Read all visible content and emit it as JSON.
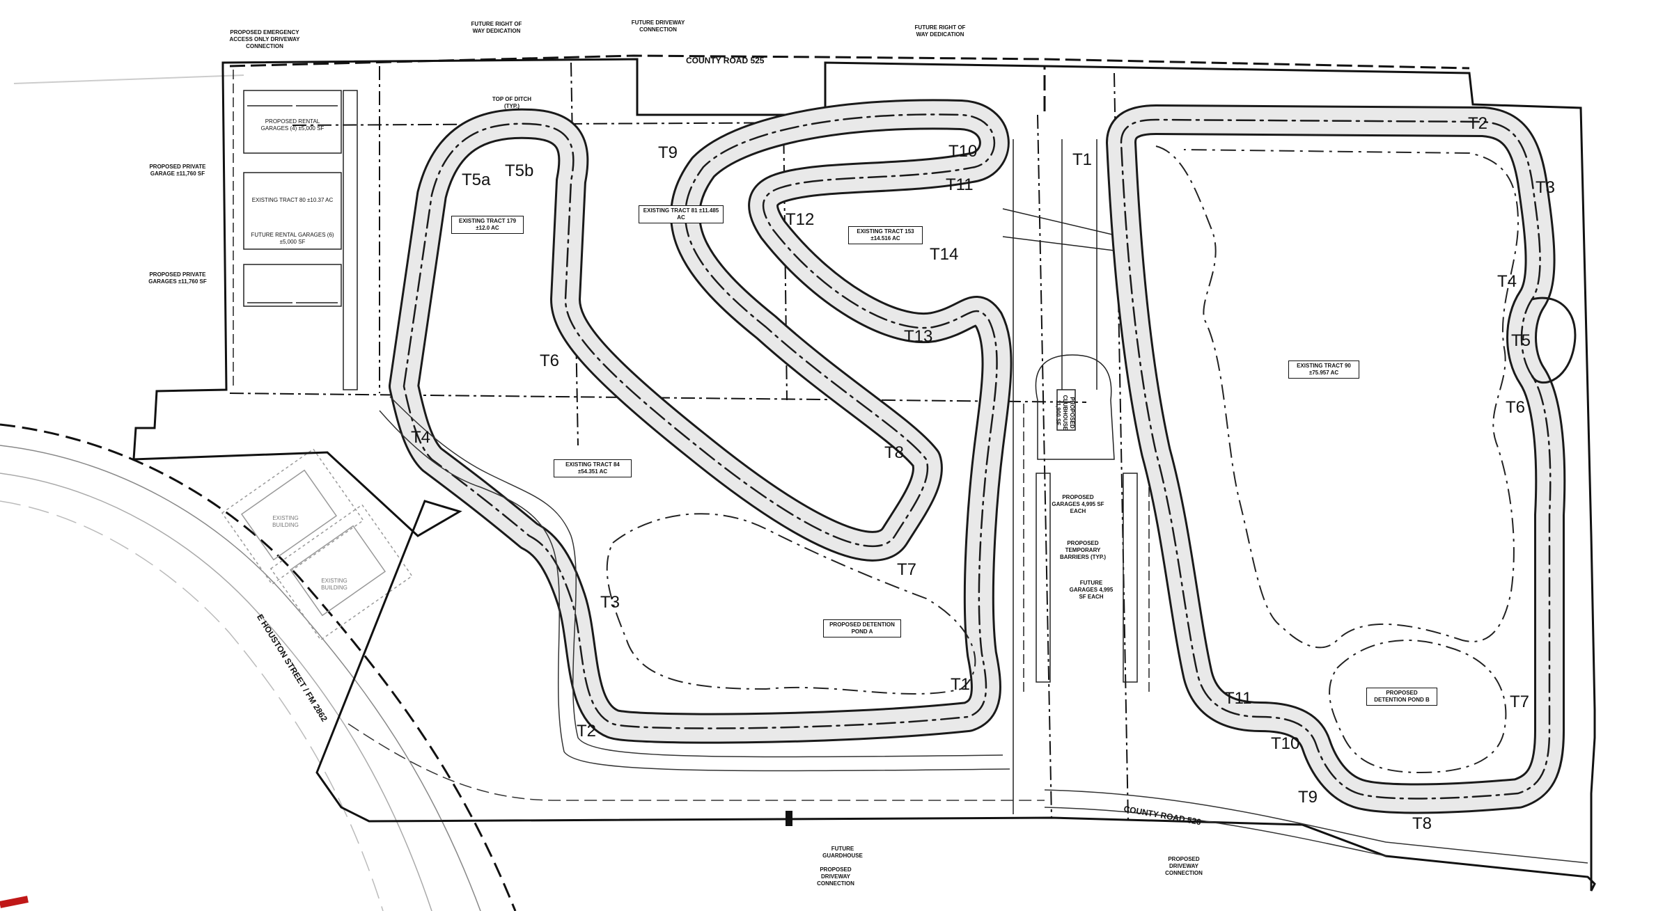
{
  "roads": {
    "north": "COUNTY ROAD 525",
    "south": "COUNTY ROAD 526",
    "west": "E HOUSTON STREET / FM 2862"
  },
  "notes": {
    "emergency_access": "PROPOSED EMERGENCY ACCESS ONLY DRIVEWAY CONNECTION",
    "future_row_1": "FUTURE RIGHT OF WAY DEDICATION",
    "future_driveway": "FUTURE DRIVEWAY CONNECTION",
    "future_row_2": "FUTURE RIGHT OF WAY DEDICATION",
    "top_of_ditch": "TOP OF DITCH (TYP.)",
    "private_garage_1": "PROPOSED PRIVATE GARAGE ±11,760 SF",
    "private_garage_2": "PROPOSED PRIVATE GARAGES ±11,760 SF",
    "future_guardhouse": "FUTURE GUARDHOUSE",
    "proposed_driveway_1": "PROPOSED DRIVEWAY CONNECTION",
    "proposed_driveway_2": "PROPOSED DRIVEWAY CONNECTION",
    "proposed_garages": "PROPOSED GARAGES 4,995 SF EACH",
    "temporary_barriers": "PROPOSED TEMPORARY BARRIERS (TYP.)",
    "future_garages": "FUTURE GARAGES 4,995 SF EACH",
    "clubhouse": "PROPOSED CLUBHOUSE 11,900 SF",
    "existing_building_1": "EXISTING BUILDING",
    "existing_building_2": "EXISTING BUILDING"
  },
  "tracts": {
    "rental_garages": "PROPOSED RENTAL GARAGES (4) ±5,000 SF",
    "tract_80": "EXISTING TRACT 80 ±10.37 AC",
    "future_rental": "FUTURE RENTAL GARAGES (6) ±5,000 SF",
    "tract_179": "EXISTING TRACT 179 ±12.0 AC",
    "tract_81": "EXISTING TRACT 81 ±11.485 AC",
    "tract_153": "EXISTING TRACT 153 ±14.516 AC",
    "tract_84": "EXISTING TRACT 84 ±54.351 AC",
    "tract_90": "EXISTING TRACT 90 ±75.957 AC",
    "pond_a": "PROPOSED DETENTION POND A",
    "pond_b": "PROPOSED DETENTION POND B"
  },
  "turns": {
    "west": {
      "t1": "T1",
      "t2": "T2",
      "t3": "T3",
      "t4": "T4",
      "t5a": "T5a",
      "t5b": "T5b",
      "t6": "T6",
      "t7": "T7",
      "t8": "T8",
      "t9": "T9",
      "t10": "T10",
      "t11": "T11",
      "t12": "T12",
      "t13": "T13",
      "t14": "T14"
    },
    "east": {
      "t1": "T1",
      "t2": "T2",
      "t3": "T3",
      "t4": "T4",
      "t5": "T5",
      "t6": "T6",
      "t7": "T7",
      "t8": "T8",
      "t9": "T9",
      "t10": "T10",
      "t11": "T11"
    }
  },
  "colors": {
    "ink": "#1a1a1a",
    "track_fill": "#e9e9e9",
    "accent": "#c01818"
  }
}
